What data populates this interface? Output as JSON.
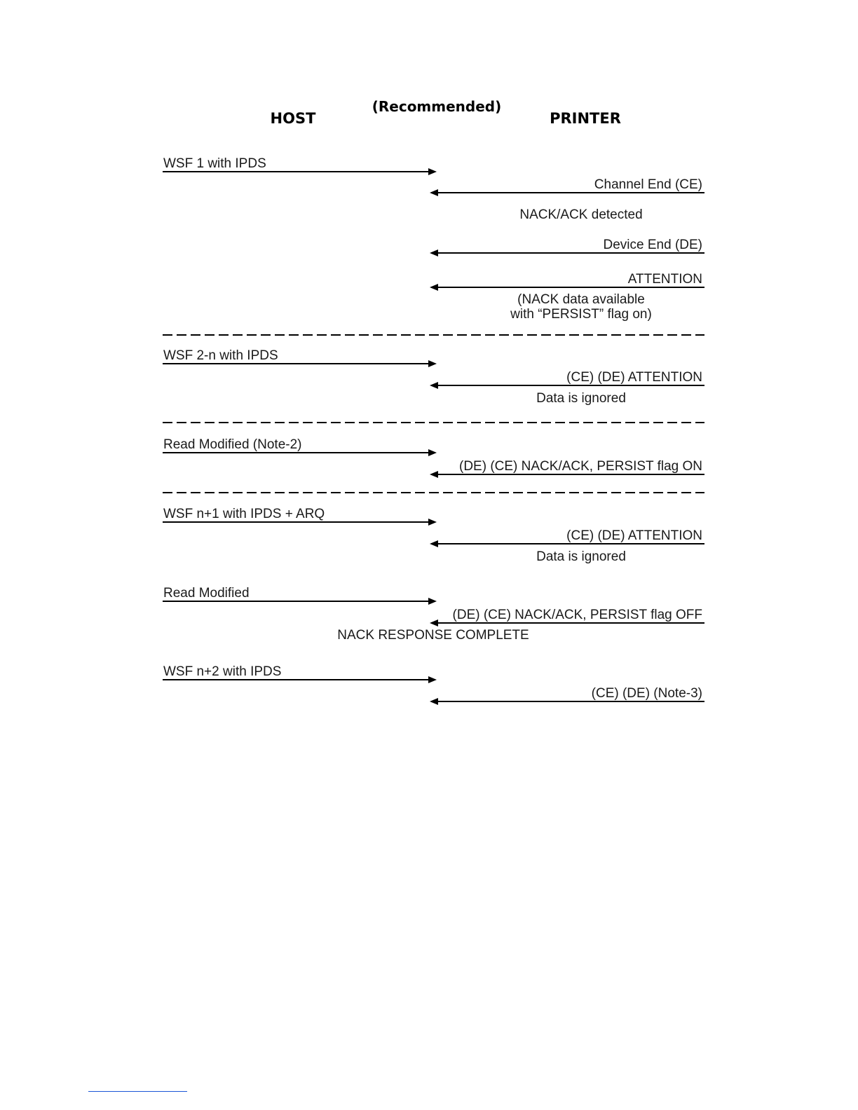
{
  "headers": {
    "host": "HOST",
    "recommended": "(Recommended)",
    "printer": "PRINTER"
  },
  "sections": [
    {
      "steps": [
        {
          "kind": "to_printer",
          "label": "WSF 1 with IPDS"
        },
        {
          "kind": "to_host",
          "label": "Channel End (CE)"
        },
        {
          "kind": "note",
          "lines": [
            "NACK/ACK detected"
          ]
        },
        {
          "kind": "to_host",
          "label": "Device End (DE)"
        },
        {
          "kind": "to_host",
          "label": "ATTENTION"
        },
        {
          "kind": "note",
          "lines": [
            "(NACK data available",
            "with “PERSIST” flag on)"
          ]
        }
      ]
    },
    {
      "steps": [
        {
          "kind": "to_printer",
          "label": "WSF 2-n with IPDS"
        },
        {
          "kind": "to_host",
          "label": "(CE) (DE) ATTENTION"
        },
        {
          "kind": "note",
          "lines": [
            "Data is ignored"
          ]
        }
      ]
    },
    {
      "steps": [
        {
          "kind": "to_printer",
          "label": "Read Modified (Note-2)"
        },
        {
          "kind": "to_host",
          "label": "(DE) (CE) NACK/ACK, PERSIST flag ON"
        }
      ]
    },
    {
      "steps": [
        {
          "kind": "to_printer",
          "label": "WSF n+1 with IPDS + ARQ"
        },
        {
          "kind": "to_host",
          "label": "(CE) (DE) ATTENTION"
        },
        {
          "kind": "note",
          "lines": [
            "Data is ignored"
          ]
        },
        {
          "kind": "to_printer",
          "label": "Read Modified"
        },
        {
          "kind": "to_host",
          "label": "(DE) (CE) NACK/ACK, PERSIST flag OFF"
        },
        {
          "kind": "center_note",
          "lines": [
            "NACK RESPONSE COMPLETE"
          ]
        },
        {
          "kind": "to_printer",
          "label": "WSF n+2 with IPDS"
        },
        {
          "kind": "to_host",
          "label": "(CE) (DE) (Note-3)"
        }
      ]
    }
  ]
}
